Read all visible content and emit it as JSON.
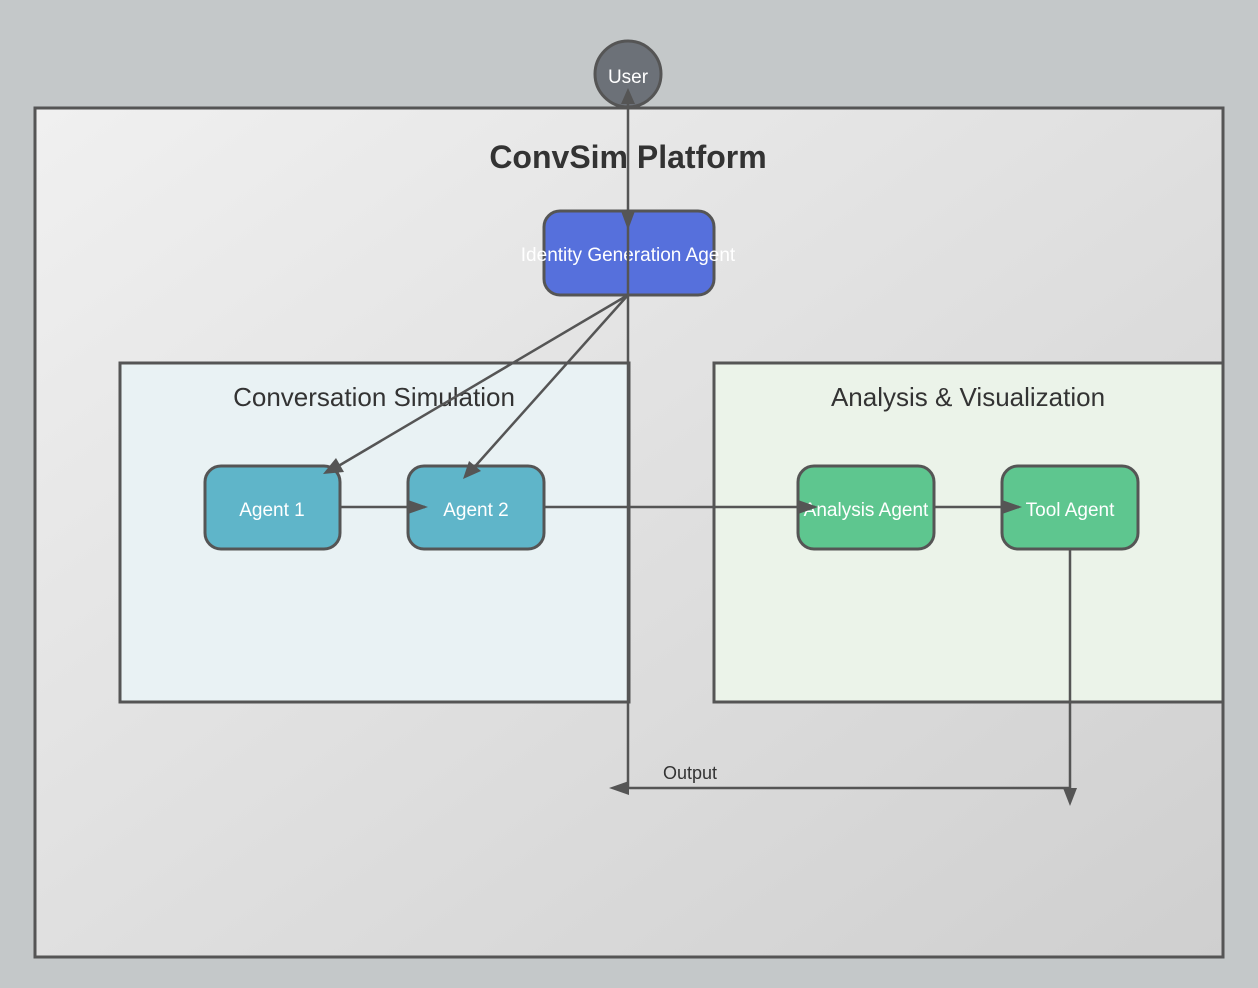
{
  "platform": {
    "title": "ConvSim Platform"
  },
  "groups": {
    "conversation": {
      "title": "Conversation Simulation",
      "fill": "#e9f2f4"
    },
    "analysis": {
      "title": "Analysis & Visualization",
      "fill": "#ebf3e9"
    }
  },
  "nodes": {
    "user": {
      "label": "User",
      "fill": "#6c7178"
    },
    "identity": {
      "label": "Identity Generation Agent",
      "fill": "#5670dc"
    },
    "agent1": {
      "label": "Agent 1",
      "fill": "#5fb5c9"
    },
    "agent2": {
      "label": "Agent 2",
      "fill": "#5fb5c9"
    },
    "analysis_agent": {
      "label": "Analysis Agent",
      "fill": "#5ec68f"
    },
    "tool_agent": {
      "label": "Tool Agent",
      "fill": "#5ec68f"
    }
  },
  "edges": [
    {
      "from": "user",
      "to": "identity",
      "label": ""
    },
    {
      "from": "identity",
      "to": "agent1",
      "label": ""
    },
    {
      "from": "identity",
      "to": "agent2",
      "label": ""
    },
    {
      "from": "agent1",
      "to": "agent2",
      "label": ""
    },
    {
      "from": "agent2",
      "to": "analysis_agent",
      "label": ""
    },
    {
      "from": "analysis_agent",
      "to": "tool_agent",
      "label": ""
    },
    {
      "from": "tool_agent",
      "to": "user",
      "label": "Output"
    }
  ],
  "colors": {
    "background": "#c4c8c9",
    "stroke": "#555555",
    "title_text": "#333333"
  }
}
